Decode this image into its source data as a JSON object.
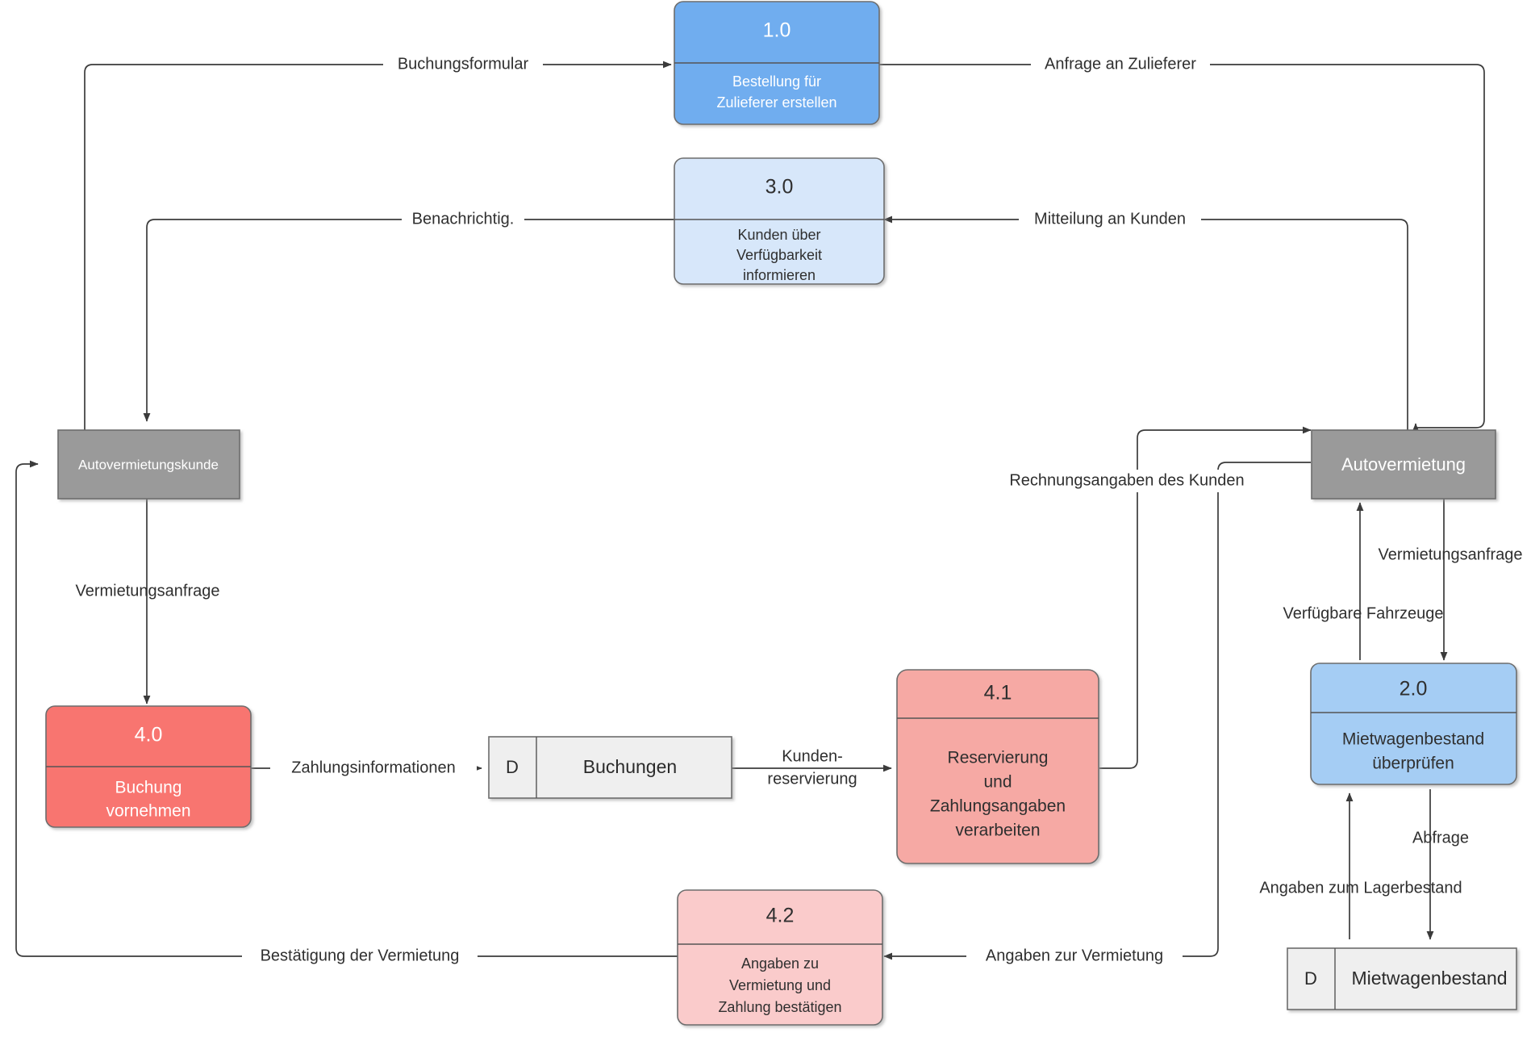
{
  "diagram": {
    "type": "data-flow-diagram",
    "title": "Autovermietung Datenflussdiagramm",
    "language": "de",
    "colors": {
      "process_1_fill": "#6FADEF",
      "process_2_fill": "#A5CDF4",
      "process_3_fill": "#D7E7FA",
      "process_4_fill": "#F8756F",
      "process_41_fill": "#F6A9A4",
      "process_42_fill": "#FACBCB",
      "entity_fill": "#9A9A9A",
      "store_fill": "#EFEFEF",
      "stroke": "#6D6D6D",
      "line": "#3B3B3B",
      "text_dark": "#2F2F2F",
      "text_light": "#FFFFFF"
    },
    "processes": [
      {
        "id": "1.0",
        "name": "process-1-0",
        "lines": [
          "Bestellung für",
          "Zulieferer erstellen"
        ],
        "fill_key": "process_1_fill",
        "text_color": "#FFFFFF"
      },
      {
        "id": "3.0",
        "name": "process-3-0",
        "lines": [
          "Kunden über",
          "Verfügbarkeit",
          "informieren"
        ],
        "fill_key": "process_3_fill",
        "text_color": "#2F2F2F"
      },
      {
        "id": "4.0",
        "name": "process-4-0",
        "lines": [
          "Buchung",
          "vornehmen"
        ],
        "fill_key": "process_4_fill",
        "text_color": "#FFFFFF"
      },
      {
        "id": "4.1",
        "name": "process-4-1",
        "lines": [
          "Reservierung",
          "und",
          "Zahlungsangaben",
          "verarbeiten"
        ],
        "fill_key": "process_41_fill",
        "text_color": "#2F2F2F"
      },
      {
        "id": "4.2",
        "name": "process-4-2",
        "lines": [
          "Angaben zu",
          "Vermietung und",
          "Zahlung bestätigen"
        ],
        "fill_key": "process_42_fill",
        "text_color": "#2F2F2F"
      },
      {
        "id": "2.0",
        "name": "process-2-0",
        "lines": [
          "Mietwagenbestand",
          "überprüfen"
        ],
        "fill_key": "process_2_fill",
        "text_color": "#2F2F2F"
      }
    ],
    "entities": [
      {
        "name": "entity-autovermietungskunde",
        "label": "Autovermietungskunde"
      },
      {
        "name": "entity-autovermietung",
        "label": "Autovermietung"
      }
    ],
    "datastores": [
      {
        "name": "datastore-buchungen",
        "letter": "D",
        "label": "Buchungen"
      },
      {
        "name": "datastore-mietwagenbestand",
        "letter": "D",
        "label": "Mietwagenbestand"
      }
    ],
    "flows": [
      {
        "name": "flow-buchungsformular",
        "label": "Buchungsformular",
        "from": "Autovermietungskunde",
        "to": "1.0"
      },
      {
        "name": "flow-anfrage-an-zulieferer",
        "label": "Anfrage an Zulieferer",
        "from": "1.0",
        "to": "Autovermietung"
      },
      {
        "name": "flow-benachrichtig",
        "label": "Benachrichtig.",
        "from": "3.0",
        "to": "Autovermietungskunde"
      },
      {
        "name": "flow-mitteilung-an-kunden",
        "label": "Mitteilung an Kunden",
        "from": "Autovermietung",
        "to": "3.0"
      },
      {
        "name": "flow-vermietungsanfrage-kunde",
        "label": "Vermietungsanfrage",
        "from": "Autovermietungskunde",
        "to": "4.0"
      },
      {
        "name": "flow-zahlungsinformationen",
        "label": "Zahlungsinformationen",
        "from": "4.0",
        "to": "Buchungen"
      },
      {
        "name": "flow-kundenreservierung",
        "label": "Kunden-\nreservierung",
        "label_lines": [
          "Kunden-",
          "reservierung"
        ],
        "from": "Buchungen",
        "to": "4.1"
      },
      {
        "name": "flow-rechnungsangaben-des-kunden",
        "label": "Rechnungsangaben des Kunden",
        "from": "4.1",
        "to": "Autovermietung"
      },
      {
        "name": "flow-angaben-zur-vermietung",
        "label": "Angaben zur Vermietung",
        "from": "Autovermietung",
        "to": "4.2"
      },
      {
        "name": "flow-bestaetigung-der-vermietung",
        "label": "Bestätigung der Vermietung",
        "from": "4.2",
        "to": "Autovermietungskunde"
      },
      {
        "name": "flow-vermietungsanfrage-av",
        "label": "Vermietungsanfrage",
        "from": "Autovermietung",
        "to": "2.0"
      },
      {
        "name": "flow-verfuegbare-fahrzeuge",
        "label": "Verfügbare Fahrzeuge",
        "from": "2.0",
        "to": "Autovermietung"
      },
      {
        "name": "flow-abfrage",
        "label": "Abfrage",
        "from": "2.0",
        "to": "Mietwagenbestand"
      },
      {
        "name": "flow-angaben-zum-lagerbestand",
        "label": "Angaben zum Lagerbestand",
        "from": "Mietwagenbestand",
        "to": "2.0"
      }
    ]
  }
}
